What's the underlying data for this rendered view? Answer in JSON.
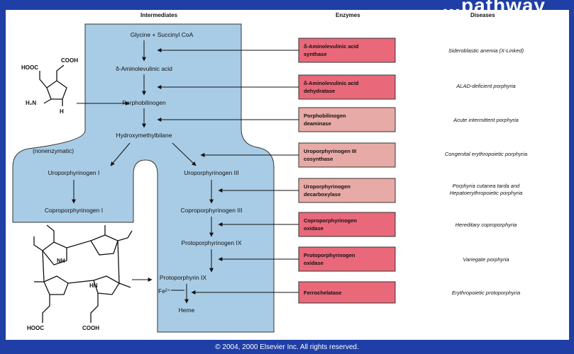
{
  "title_fragment": "...pathway",
  "headers": {
    "intermediates": "Intermediates",
    "enzymes": "Enzymes",
    "diseases": "Diseases"
  },
  "intermediates": [
    "Glycine + Succinyl CoA",
    "δ-Aminolevulinic acid",
    "Porphobilinogen",
    "Hydroxymethylbilane",
    "Uroporphyrinogen I",
    "Coproporphyrinogen I",
    "Uroporphyrinogen III",
    "Coproporphyrinogen III",
    "Protoporphyrinogen IX",
    "Protoporphyrin IX",
    "Fe²⁺",
    "Heme"
  ],
  "nonenzymatic_label": "(nonenzymatic)",
  "enzymes": [
    {
      "l1": "δ-Aminolevulinic acid",
      "l2": "synthase"
    },
    {
      "l1": "δ-Aminolevulinic acid",
      "l2": "dehydratase"
    },
    {
      "l1": "Porphobilinogen",
      "l2": "deaminase"
    },
    {
      "l1": "Uroporphyrinogen III",
      "l2": "cosynthase"
    },
    {
      "l1": "Uroporphyrinogen",
      "l2": "decarboxylase"
    },
    {
      "l1": "Coproporphyrinogen",
      "l2": "oxidase"
    },
    {
      "l1": "Protoporphyrinogen",
      "l2": "oxidase"
    },
    {
      "l1": "Ferrochelatase"
    }
  ],
  "diseases": [
    {
      "l1": "Sideroblastic anemia (X-Linked)"
    },
    {
      "l1": "ALAD-deficient porphyria"
    },
    {
      "l1": "Acute intermittent porphyria"
    },
    {
      "l1": "Congenital erythropoietic porphyria"
    },
    {
      "l1": "Porphyria cutanea tarda and",
      "l2": "Hepatoerythropoietic porphyria"
    },
    {
      "l1": "Hereditary coproporphyria"
    },
    {
      "l1": "Variegate porphyria"
    },
    {
      "l1": "Erythropoietic protoporphyria"
    }
  ],
  "pbg_structure": {
    "hooc": "HOOC",
    "cooh": "COOH",
    "h2n": "H₂N",
    "h": "H"
  },
  "heme_structure": {
    "nh": "NH",
    "hn": "HN",
    "hooc": "HOOC",
    "cooh": "COOH"
  },
  "colors": {
    "background": "#1f3fa6",
    "compartment": "#a8cce6",
    "enzyme_dark": "#e9687a",
    "enzyme_light": "#e8aaa6"
  },
  "footer": "© 2004, 2000 Elsevier Inc. All rights reserved."
}
